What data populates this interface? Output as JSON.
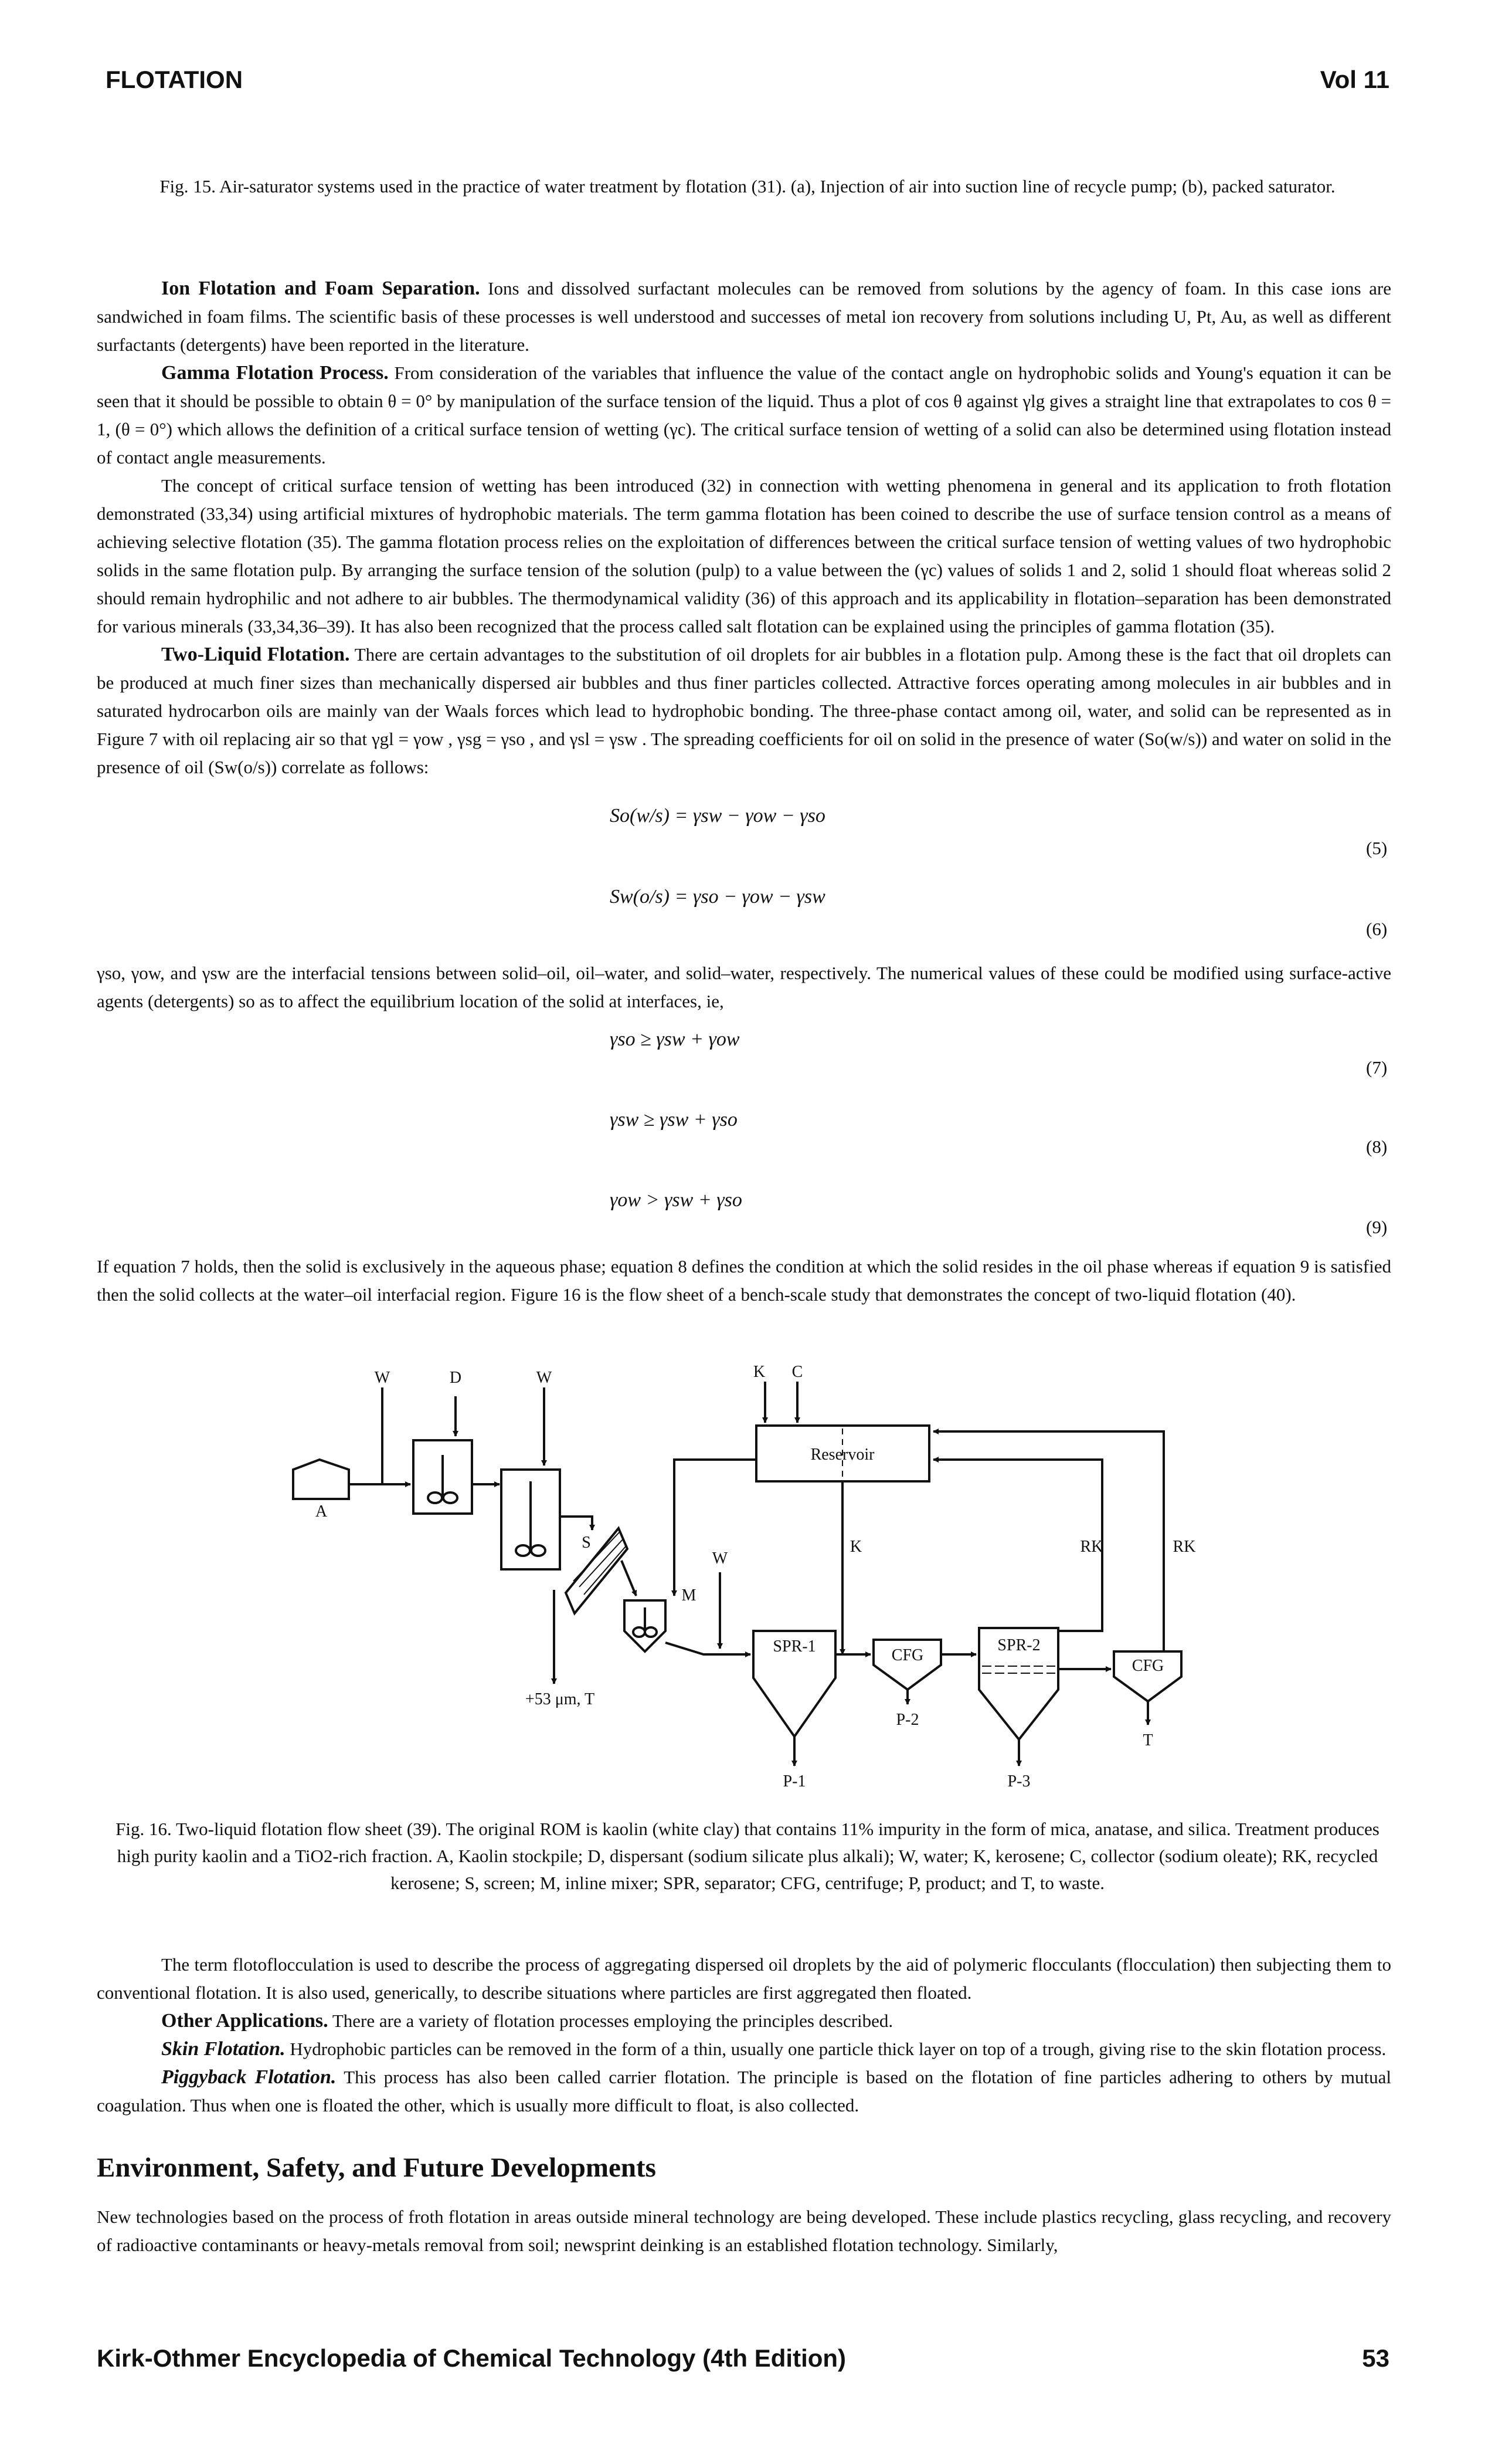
{
  "header": {
    "left": "FLOTATION",
    "right": "Vol 11"
  },
  "fig15_caption": "Fig. 15. Air-saturator systems used in the practice of water treatment by flotation (31). (a), Injection of air into suction line of recycle pump; (b), packed saturator.",
  "ion": {
    "heading": "Ion Flotation and Foam Separation.",
    "text": "Ions and dissolved surfactant molecules can be removed from solutions by the agency of foam. In this case ions are sandwiched in foam films. The scientific basis of these processes is well understood and successes of metal ion recovery from solutions including U, Pt, Au, as well as different surfactants (detergents) have been reported in the literature."
  },
  "gamma": {
    "heading": "Gamma Flotation Process.",
    "p1": "From consideration of the variables that influence the value of the contact angle on hydrophobic solids and Young's equation it can be seen that it should be possible to obtain θ = 0° by manipulation of the surface tension of the liquid. Thus a plot of cos θ against γlg gives a straight line that extrapolates to cos θ = 1, (θ = 0°) which allows the definition of a critical surface tension of wetting (γc). The critical surface tension of wetting of a solid can also be determined using flotation instead of contact angle measurements.",
    "p2": "The concept of critical surface tension of wetting has been introduced (32) in connection with wetting phenomena in general and its application to froth flotation demonstrated (33,34) using artificial mixtures of hydrophobic materials. The term gamma flotation has been coined to describe the use of surface tension control as a means of achieving selective flotation (35). The gamma flotation process relies on the exploitation of differences between the critical surface tension of wetting values of two hydrophobic solids in the same flotation pulp. By arranging the surface tension of the solution (pulp) to a value between the (γc) values of solids 1 and 2, solid 1 should float whereas solid 2 should remain hydrophilic and not adhere to air bubbles. The thermodynamical validity (36) of this approach and its applicability in flotation–separation has been demonstrated for various minerals (33,34,36–39). It has also been recognized that the process called salt flotation can be explained using the principles of gamma flotation (35)."
  },
  "twoliquid": {
    "heading": "Two-Liquid Flotation.",
    "p1": "There are certain advantages to the substitution of oil droplets for air bubbles in a flotation pulp. Among these is the fact that oil droplets can be produced at much finer sizes than mechanically dispersed air bubbles and thus finer particles collected. Attractive forces operating among molecules in air bubbles and in saturated hydrocarbon oils are mainly van der Waals forces which lead to hydrophobic bonding. The three-phase contact among oil, water, and solid can be represented as in Figure 7 with oil replacing air so that γgl = γow , γsg = γso , and γsl = γsw . The spreading coefficients for oil on solid in the presence of water (So(w/s)) and water on solid in the presence of oil (Sw(o/s)) correlate as follows:",
    "p2": "γso, γow, and γsw are the interfacial tensions between solid–oil, oil–water, and solid–water, respectively. The numerical values of these could be modified using surface-active agents (detergents) so as to affect the equilibrium location of the solid at interfaces, ie,",
    "p3": "If equation 7 holds, then the solid is exclusively in the aqueous phase; equation 8 defines the condition at which the solid resides in the oil phase whereas if equation 9 is satisfied then the solid collects at the water–oil interfacial region. Figure 16 is the flow sheet of a bench-scale study that demonstrates the concept of two-liquid flotation (40)."
  },
  "equations": {
    "e5": "So(w/s) = γsw − γow − γso",
    "n5": "(5)",
    "e6": "Sw(o/s) = γso − γow − γsw",
    "n6": "(6)",
    "e7": "γso ≥ γsw + γow",
    "n7": "(7)",
    "e8": "γsw ≥ γsw + γso",
    "n8": "(8)",
    "e9": "γow > γsw + γso",
    "n9": "(9)"
  },
  "figure16": {
    "labels": {
      "W1": "W",
      "D": "D",
      "W2": "W",
      "K_top": "K",
      "C": "C",
      "A": "A",
      "reservoir": "Reservoir",
      "S": "S",
      "M": "M",
      "W3": "W",
      "K_mid": "K",
      "RK1": "RK",
      "RK2": "RK",
      "spr1": "SPR-1",
      "cfg1": "CFG",
      "spr2": "SPR-2",
      "cfg2": "CFG",
      "size": "+53 μm, T",
      "P1": "P-1",
      "P2": "P-2",
      "P3": "P-3",
      "T": "T"
    },
    "caption": "Fig. 16. Two-liquid flotation flow sheet (39). The original ROM is kaolin (white clay) that contains 11% impurity in the form of mica, anatase, and silica. Treatment produces high purity kaolin and a TiO2-rich fraction. A, Kaolin stockpile; D, dispersant (sodium silicate plus alkali); W, water; K, kerosene; C, collector (sodium oleate); RK, recycled kerosene; S, screen; M, inline mixer; SPR, separator; CFG, centrifuge; P, product; and T, to waste."
  },
  "flotofloc": "The term flotoflocculation is used to describe the process of aggregating dispersed oil droplets by the aid of polymeric flocculants (flocculation) then subjecting them to conventional flotation. It is also used, generically, to describe situations where particles are first aggregated then floated.",
  "other": {
    "heading": "Other Applications.",
    "text": "There are a variety of flotation processes employing the principles described."
  },
  "skin": {
    "heading": "Skin Flotation.",
    "text": "Hydrophobic particles can be removed in the form of a thin, usually one particle thick layer on top of a trough, giving rise to the skin flotation process."
  },
  "piggy": {
    "heading": "Piggyback Flotation.",
    "text": "This process has also been called carrier flotation. The principle is based on the flotation of fine particles adhering to others by mutual coagulation. Thus when one is floated the other, which is usually more difficult to float, is also collected."
  },
  "env": {
    "heading": "Environment, Safety, and Future Developments",
    "text": "New technologies based on the process of froth flotation in areas outside mineral technology are being developed. These include plastics recycling, glass recycling, and recovery of radioactive contaminants or heavy-metals removal from soil; newsprint deinking is an established flotation technology. Similarly,"
  },
  "footer": {
    "left": "Kirk-Othmer Encyclopedia of Chemical Technology (4th Edition)",
    "right": "53"
  }
}
